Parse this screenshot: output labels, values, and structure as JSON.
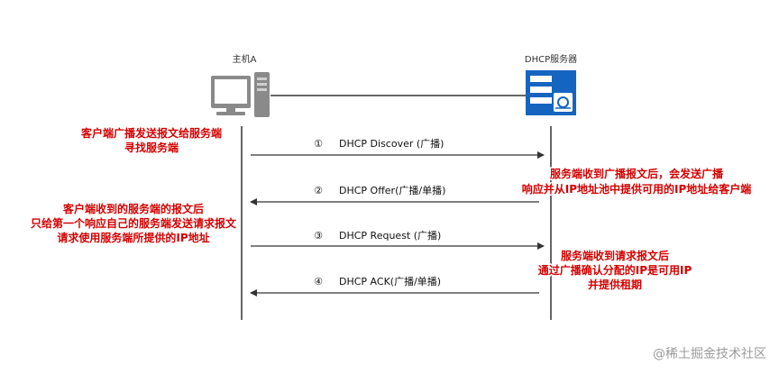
{
  "nodes": {
    "client": {
      "label": "主机A"
    },
    "server": {
      "label": "DHCP服务器"
    }
  },
  "messages": [
    {
      "num": "①",
      "label": "DHCP Discover (广播)",
      "direction": "client-to-server"
    },
    {
      "num": "②",
      "label": "DHCP Offer(广播/单播)",
      "direction": "server-to-client"
    },
    {
      "num": "③",
      "label": "DHCP Request (广播)",
      "direction": "client-to-server"
    },
    {
      "num": "④",
      "label": "DHCP ACK(广播/单播)",
      "direction": "server-to-client"
    }
  ],
  "notes": {
    "n1": [
      "客户端广播发送报文给服务端",
      "寻找服务端"
    ],
    "n2": [
      "服务端收到广播报文后，会发送广播",
      "响应并从IP地址池中提供可用的IP地址给客户端"
    ],
    "n3": [
      "客户端收到的服务端的报文后",
      "只给第一个响应自己的服务端发送请求报文",
      "请求使用服务端所提供的IP地址"
    ],
    "n4": [
      "服务端收到请求报文后",
      "通过广播确认分配的IP是可用IP",
      "并提供租期"
    ]
  },
  "watermark": "@稀土掘金技术社区",
  "colors": {
    "note": "#d40000",
    "server_blue": "#1565c0",
    "line": "#333333"
  }
}
